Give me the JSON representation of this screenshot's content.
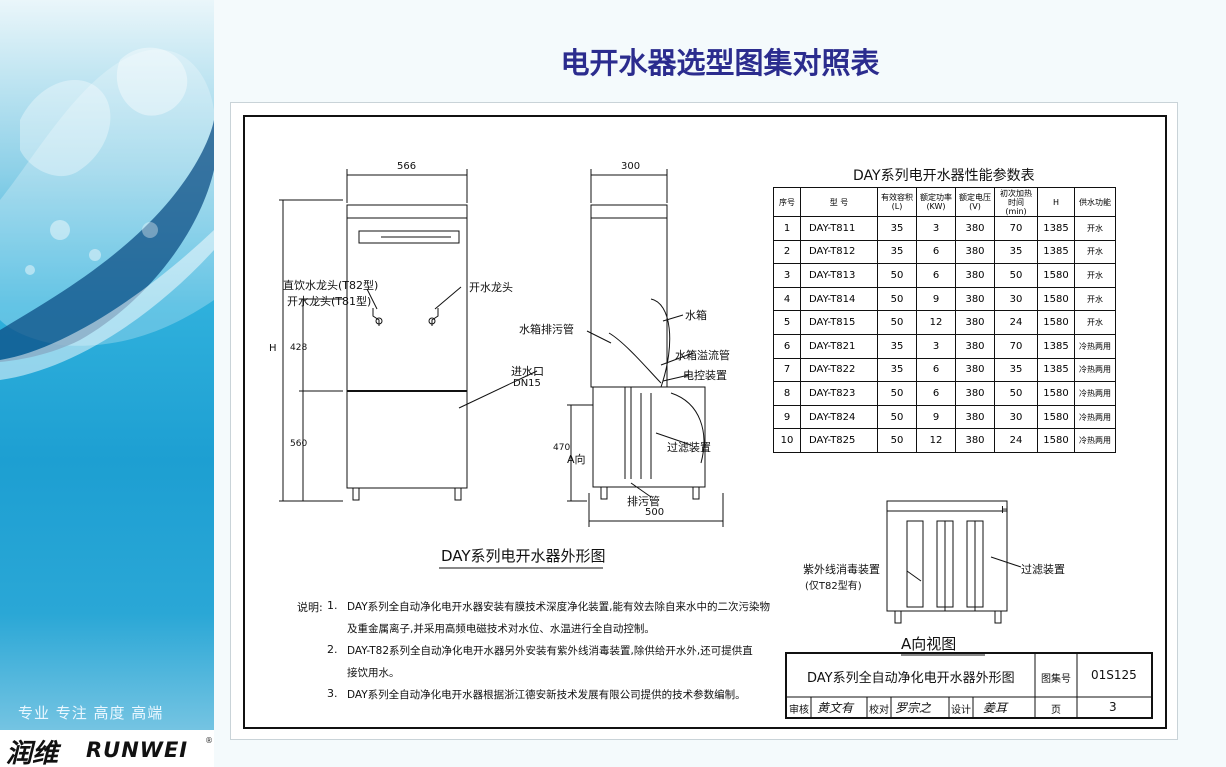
{
  "header": {
    "title": "电开水器选型图集对照表"
  },
  "sidebar": {
    "slogan": "专业  专注  高度  高端",
    "brand_cn": "润维",
    "brand_en": "RUNWEI",
    "brand_mark": "®"
  },
  "drawing": {
    "front_view": {
      "width_dim": "566",
      "height_dim": "H",
      "upper_dim": "428",
      "lower_dim": "560",
      "label_direct_tap": "直饮水龙头(T82型)",
      "label_boil_tap_t81": "开水龙头(T81型)",
      "label_boil_tap": "开水龙头",
      "label_inlet": "进水口",
      "label_inlet_size": "DN15"
    },
    "side_view": {
      "top_dim": "300",
      "bottom_dim": "500",
      "height_dim": "470",
      "label_tank_drain": "水箱排污管",
      "label_tank": "水箱",
      "label_overflow": "水箱溢流管",
      "label_control": "电控装置",
      "label_filter": "过滤装置",
      "label_drain": "排污管",
      "label_view_a": "A向"
    },
    "outline_title": "DAY系列电开水器外形图",
    "table": {
      "title": "DAY系列电开水器性能参数表",
      "headers": [
        "序号",
        "型 号",
        "有效容积 (L)",
        "额定功率 (KW)",
        "额定电压 (V)",
        "初次加热时间 (min)",
        "H",
        "供水功能"
      ],
      "rows": [
        [
          "1",
          "DAY-T811",
          "35",
          "3",
          "380",
          "70",
          "1385",
          "开水"
        ],
        [
          "2",
          "DAY-T812",
          "35",
          "6",
          "380",
          "35",
          "1385",
          "开水"
        ],
        [
          "3",
          "DAY-T813",
          "50",
          "6",
          "380",
          "50",
          "1580",
          "开水"
        ],
        [
          "4",
          "DAY-T814",
          "50",
          "9",
          "380",
          "30",
          "1580",
          "开水"
        ],
        [
          "5",
          "DAY-T815",
          "50",
          "12",
          "380",
          "24",
          "1580",
          "开水"
        ],
        [
          "6",
          "DAY-T821",
          "35",
          "3",
          "380",
          "70",
          "1385",
          "冷热两用"
        ],
        [
          "7",
          "DAY-T822",
          "35",
          "6",
          "380",
          "35",
          "1385",
          "冷热两用"
        ],
        [
          "8",
          "DAY-T823",
          "50",
          "6",
          "380",
          "50",
          "1580",
          "冷热两用"
        ],
        [
          "9",
          "DAY-T824",
          "50",
          "9",
          "380",
          "30",
          "1580",
          "冷热两用"
        ],
        [
          "10",
          "DAY-T825",
          "50",
          "12",
          "380",
          "24",
          "1580",
          "冷热两用"
        ]
      ]
    },
    "view_a": {
      "label_uv": "紫外线消毒装置",
      "label_uv_note": "(仅T82型有)",
      "label_filter": "过滤装置",
      "label_tag": "H",
      "title": "A向视图"
    },
    "notes": {
      "prefix": "说明:",
      "items": [
        {
          "num": "1.",
          "line1": "DAY系列全自动净化电开水器安装有膜技术深度净化装置,能有效去除自来水中的二次污染物",
          "line2": "及重金属离子,并采用高频电磁技术对水位、水温进行全自动控制。"
        },
        {
          "num": "2.",
          "line1": "DAY-T82系列全自动净化电开水器另外安装有紫外线消毒装置,除供给开水外,还可提供直",
          "line2": "接饮用水。"
        },
        {
          "num": "3.",
          "line1": "DAY系列全自动净化电开水器根据浙江德安新技术发展有限公司提供的技术参数编制。",
          "line2": ""
        }
      ]
    },
    "title_block": {
      "drawing_name": "DAY系列全自动净化电开水器外形图",
      "atlas_label": "图集号",
      "atlas_no": "01S125",
      "review_label": "审核",
      "review_sign": "黄文有",
      "check_label": "校对",
      "check_sign": "罗宗之",
      "design_label": "设计",
      "design_sign": "姜耳",
      "page_label": "页",
      "page_no": "3"
    }
  }
}
